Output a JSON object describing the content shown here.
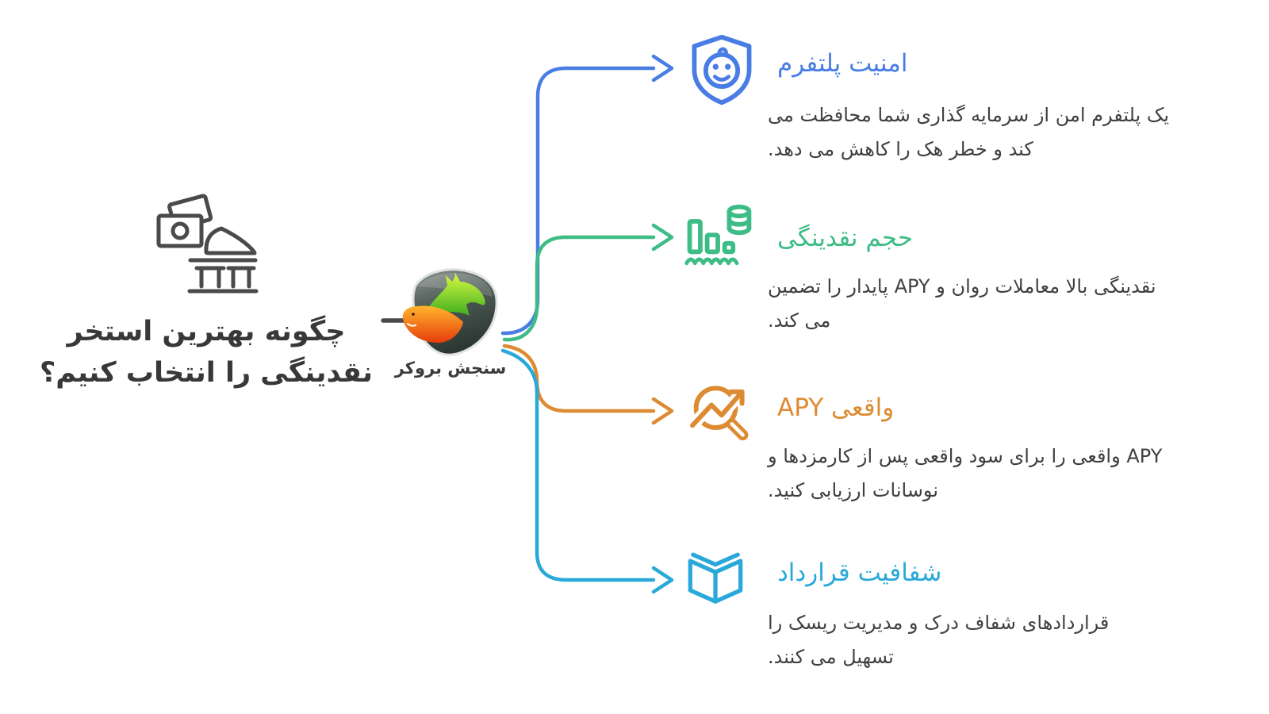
{
  "root": {
    "title_lines": [
      "چگونه بهترین استخر",
      "نقدینگی را انتخاب کنیم؟"
    ],
    "title_color": "#383838",
    "stem_color": "#4a4a4a",
    "bank_icon": "bank-and-banknotes-icon",
    "logo_wordmark": "سنجش بروکر"
  },
  "sections": [
    {
      "id": "platform-security",
      "heading": "امنیت پلتفرم",
      "body": "یک پلتفرم امن از سرمایه گذاری شما محافظت می کند و خطر هک را کاهش می دهد.",
      "color": "#4a7de4",
      "icon": "shield-smiley-icon"
    },
    {
      "id": "liquidity-volume",
      "heading": "حجم نقدینگی",
      "body": "نقدینگی بالا معاملات روان و APY پایدار را تضمین می کند.",
      "color": "#3dbc86",
      "icon": "liquidity-bars-coins-icon"
    },
    {
      "id": "real-apy",
      "heading": "واقعی APY",
      "body": "APY واقعی را برای سود واقعی پس از کارمزدها و نوسانات ارزیابی کنید.",
      "color": "#dd8b33",
      "icon": "magnifier-trend-arrow-icon"
    },
    {
      "id": "contract-transparency",
      "heading": "شفافیت قرارداد",
      "body": "قراردادهای شفاف درک و مدیریت ریسک را تسهیل می کنند.",
      "color": "#29a9d9",
      "icon": "open-book-icon"
    }
  ],
  "body_text_color": "#3f4041"
}
